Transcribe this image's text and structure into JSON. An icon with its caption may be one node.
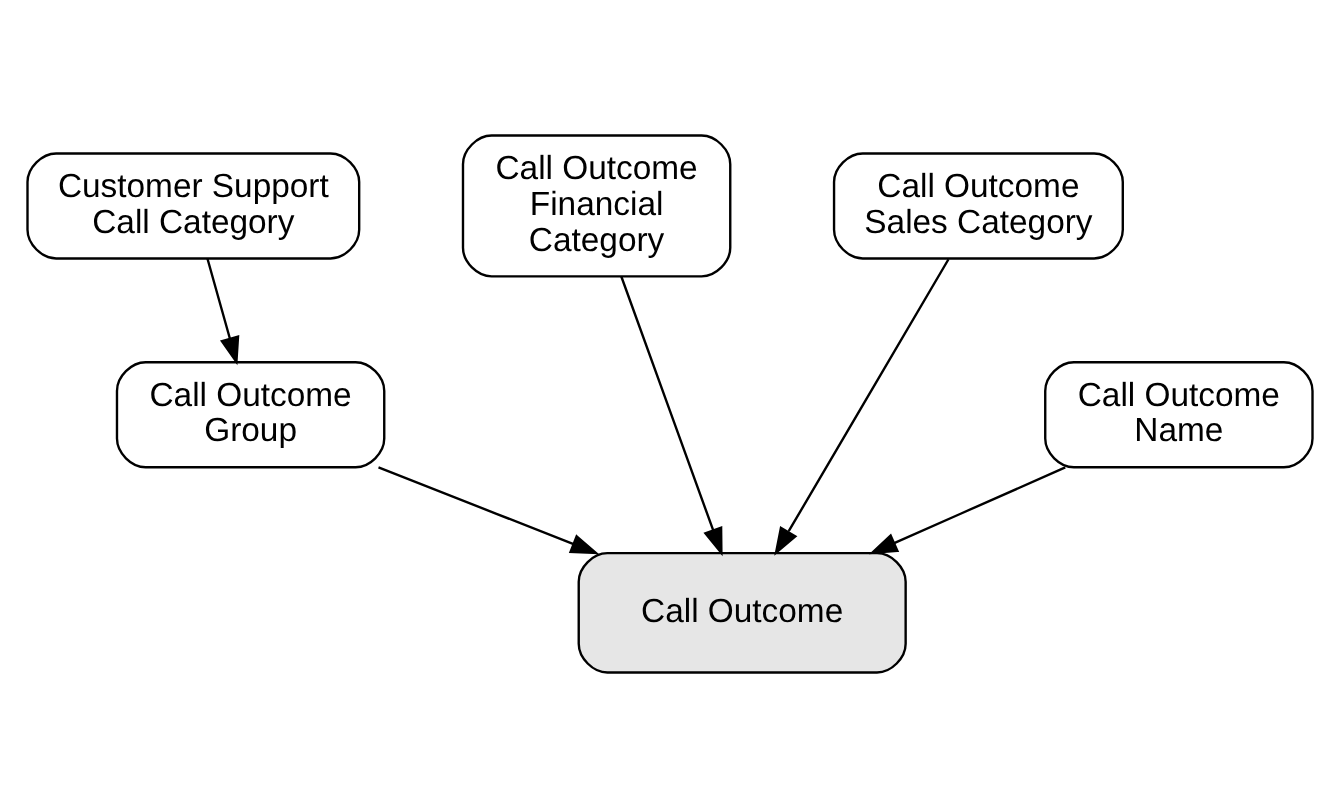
{
  "diagram": {
    "nodes": [
      {
        "text": [
          "Customer Support Call Category"
        ]
      },
      {
        "text": [
          "Call Outcome Financial Category"
        ]
      },
      {
        "text": [
          "Call Outcome Sales Category"
        ]
      },
      {
        "text": [
          "Call Outcome Group"
        ]
      },
      {
        "text": [
          "Call Outcome Name"
        ]
      },
      {
        "text": [
          "Call Outcome"
        ]
      }
    ],
    "edges": [
      {
        "from": 0,
        "to": 3,
        "arrow": "to"
      },
      {
        "from": 1,
        "to": 5,
        "arrow": "to"
      },
      {
        "from": 3,
        "to": 5,
        "arrow": "to"
      },
      {
        "from": 4,
        "to": 5,
        "arrow": "to"
      },
      {
        "from": 2,
        "to": 5,
        "arrow": "to"
      }
    ]
  }
}
